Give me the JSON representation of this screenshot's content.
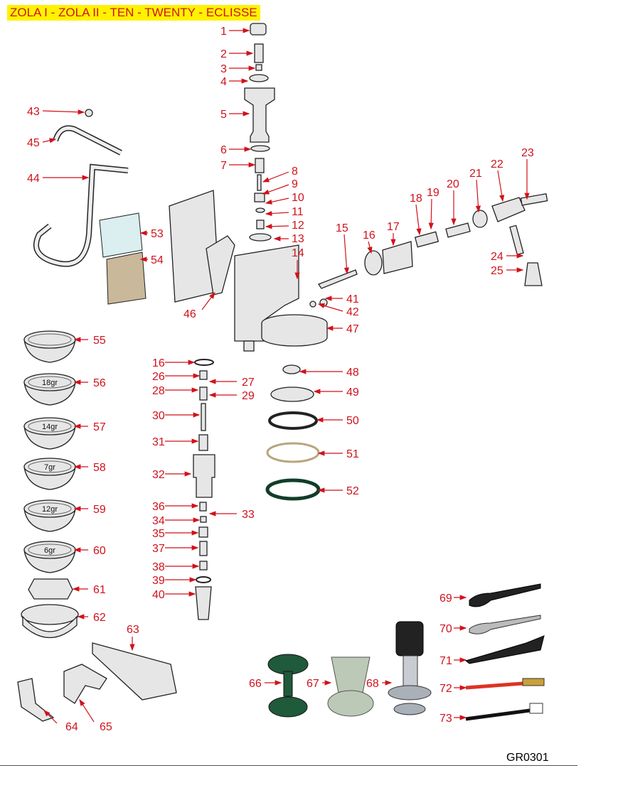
{
  "title": "ZOLA I - ZOLA II - TEN - TWENTY - ECLISSE",
  "drawing_code": "GR0301",
  "callouts": [
    "1",
    "2",
    "3",
    "4",
    "5",
    "6",
    "7",
    "8",
    "9",
    "10",
    "11",
    "12",
    "13",
    "14",
    "15",
    "16",
    "17",
    "18",
    "19",
    "20",
    "21",
    "22",
    "23",
    "24",
    "25",
    "41",
    "42",
    "43",
    "45",
    "44",
    "46",
    "47",
    "48",
    "49",
    "50",
    "51",
    "52",
    "53",
    "54",
    "55",
    "56",
    "57",
    "58",
    "59",
    "60",
    "61",
    "62",
    "63",
    "64",
    "65",
    "16",
    "26",
    "27",
    "28",
    "29",
    "30",
    "31",
    "32",
    "36",
    "33",
    "34",
    "35",
    "37",
    "38",
    "39",
    "40",
    "69",
    "70",
    "71",
    "72",
    "73",
    "66",
    "67",
    "68"
  ],
  "filter_baskets": [
    "18gr",
    "14gr",
    "7gr",
    "12gr",
    "6gr"
  ],
  "colors": {
    "callout": "#d0121b",
    "title_bg": "#fff200"
  }
}
